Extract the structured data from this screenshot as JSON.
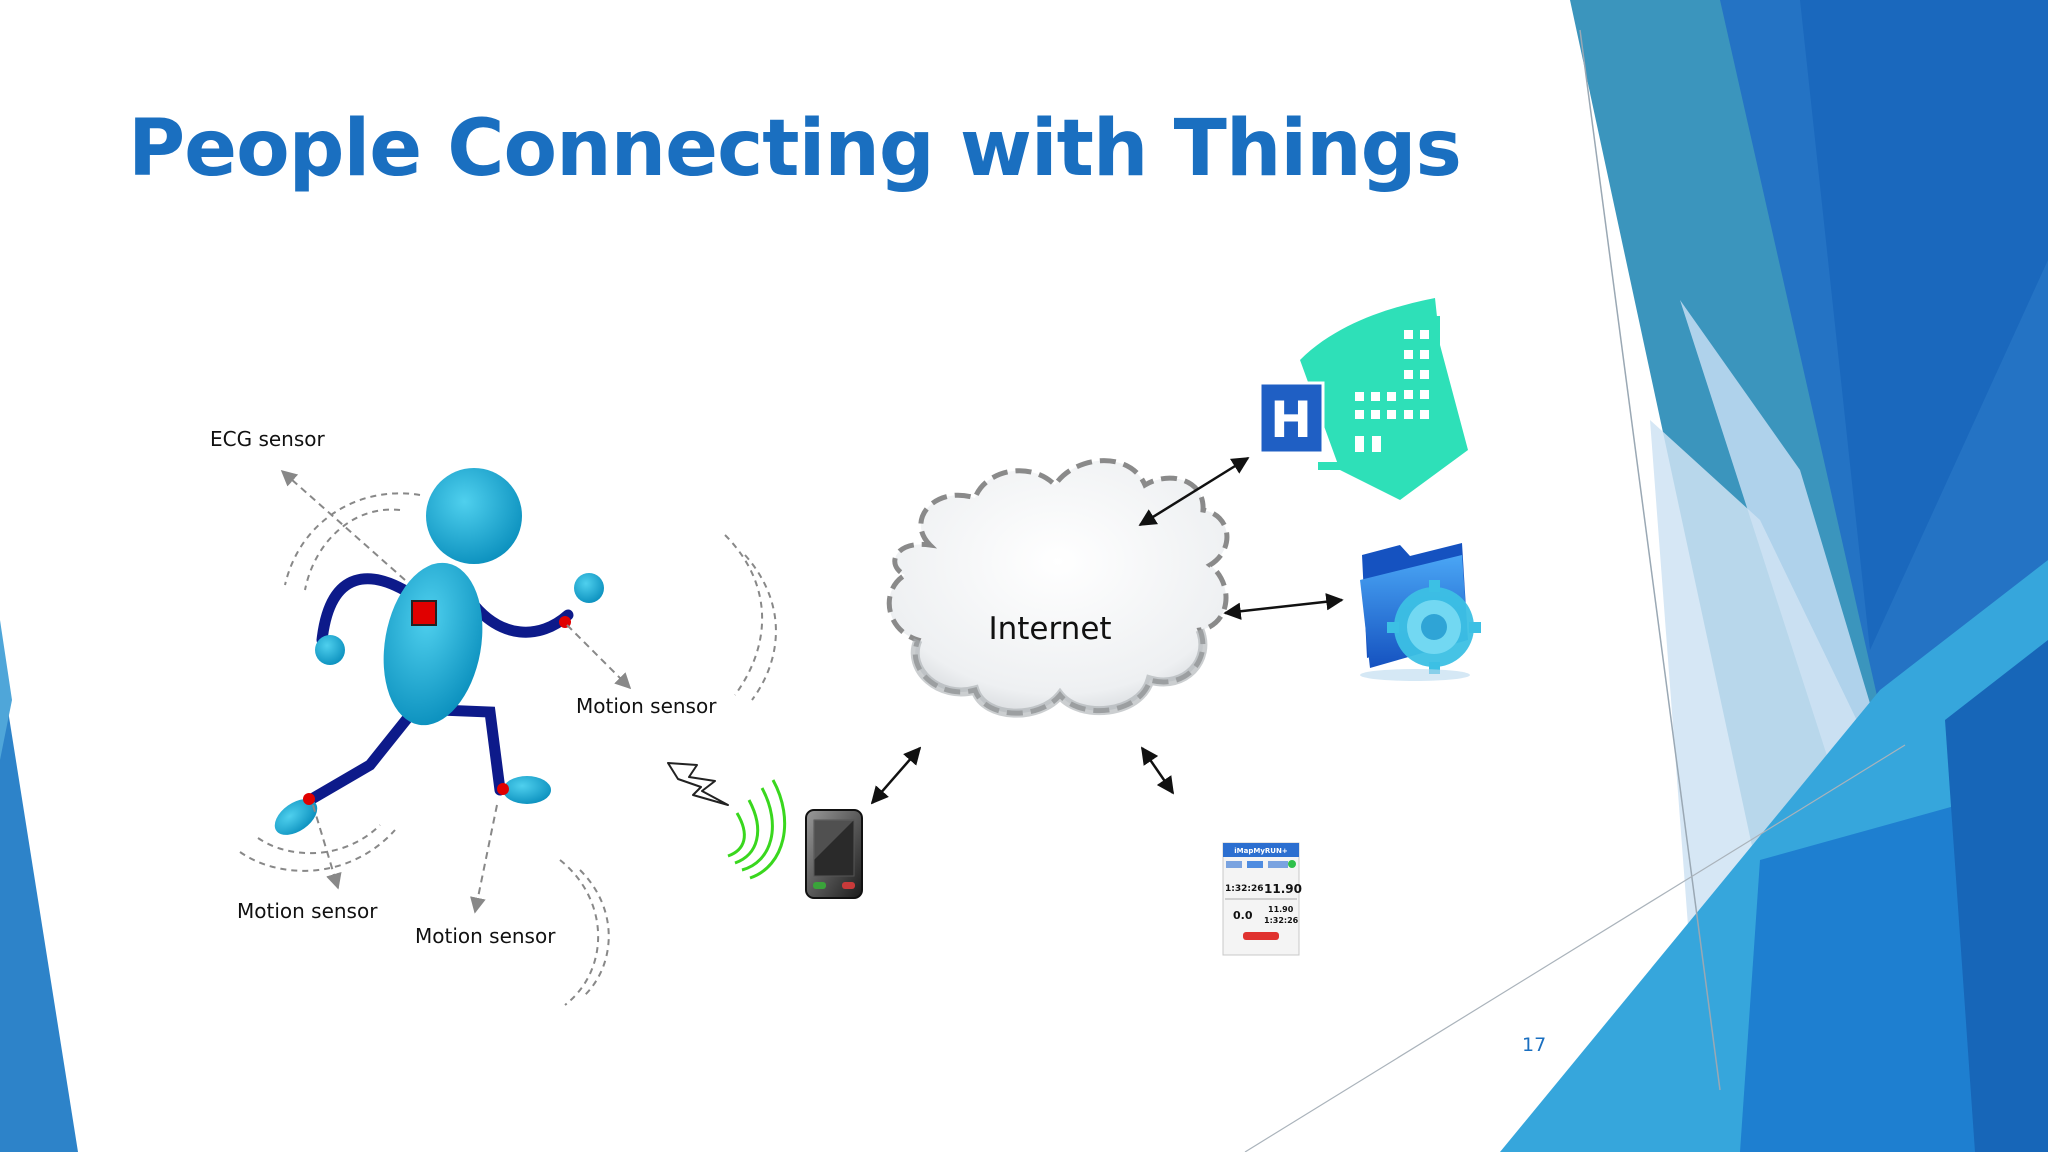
{
  "slide": {
    "title": "People Connecting with Things",
    "page_number": "17"
  },
  "diagram": {
    "sensor_labels": {
      "ecg": "ECG sensor",
      "motion_arm": "Motion sensor",
      "motion_left_foot": "Motion sensor",
      "motion_right_foot": "Motion sensor"
    },
    "cloud_label": "Internet",
    "hospital_sign": "H",
    "phone_app": {
      "header": "iMapMyRUN+",
      "time_a": "1:32:26",
      "value_a": "11.90",
      "value_b": "0.0",
      "value_c": "11.90",
      "time_b": "1:32:26"
    }
  },
  "colors": {
    "title": "#1a6fc0",
    "figure_body": "#0a9fc8",
    "figure_limbs": "#0d1a8a",
    "ecg_sensor": "#e00000",
    "hospital": "#2ee0b8",
    "hospital_sign": "#1f5fc4",
    "signal_waves": "#39d71e"
  },
  "icons": [
    "runner-figure",
    "pda-device",
    "internet-cloud",
    "hospital-icon",
    "settings-folder-icon",
    "smartphone-app-icon",
    "lightning-signal-icon",
    "wireless-waves-icon"
  ]
}
